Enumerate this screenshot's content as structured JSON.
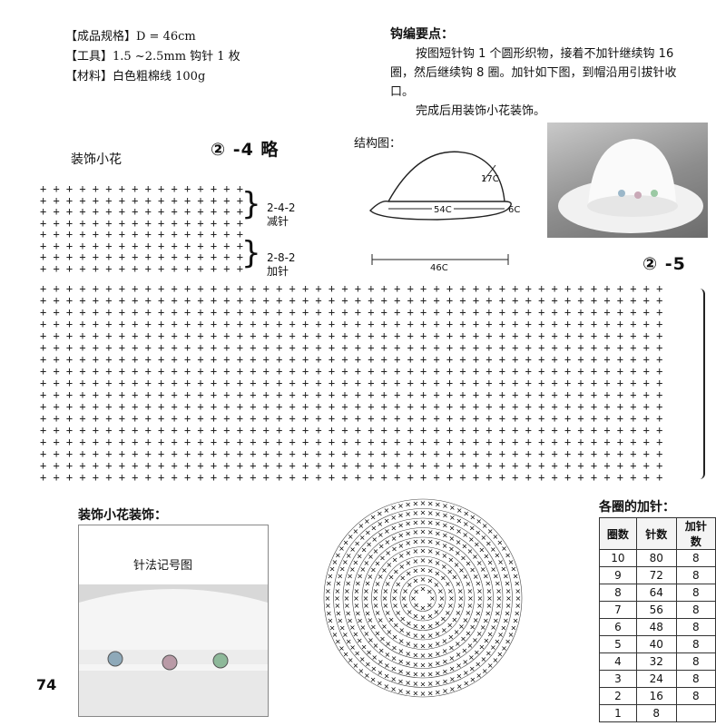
{
  "specs": {
    "size": "【成品规格】D = 46cm",
    "tool": "【工具】1.5 ~2.5mm  钩针 1 枚",
    "material": "【材料】白色粗棉线 100g"
  },
  "notes": {
    "title": "钩编要点：",
    "p1": "按图短针钩 1 个圆形织物，接着不加针继续钩 16 圈，然后继续钩 8 圈。加针如下图，到帽沿用引拔针收口。",
    "p2": "完成后用装饰小花装饰。"
  },
  "chart4": {
    "label": "装饰小花",
    "mark": "② -4 略",
    "dec_top": "2-4-2",
    "dec_text": "减针",
    "inc_top": "2-8-2",
    "inc_text": "加针"
  },
  "structure": {
    "title": "结构图：",
    "dim_height": "17C",
    "dim_crown": "54C",
    "dim_brim": "6C",
    "dim_width": "46C"
  },
  "chart5": {
    "mark": "② -5"
  },
  "decoration": {
    "title": "装饰小花装饰：",
    "photo_label": "针法记号图"
  },
  "increase_table": {
    "title": "各圈的加针：",
    "headers": [
      "圈数",
      "针数",
      "加针数"
    ],
    "rows": [
      [
        "10",
        "80",
        "8"
      ],
      [
        "9",
        "72",
        "8"
      ],
      [
        "8",
        "64",
        "8"
      ],
      [
        "7",
        "56",
        "8"
      ],
      [
        "6",
        "48",
        "8"
      ],
      [
        "5",
        "40",
        "8"
      ],
      [
        "4",
        "32",
        "8"
      ],
      [
        "3",
        "24",
        "8"
      ],
      [
        "2",
        "16",
        "8"
      ],
      [
        "1",
        "8",
        ""
      ]
    ]
  },
  "page_number": "74"
}
